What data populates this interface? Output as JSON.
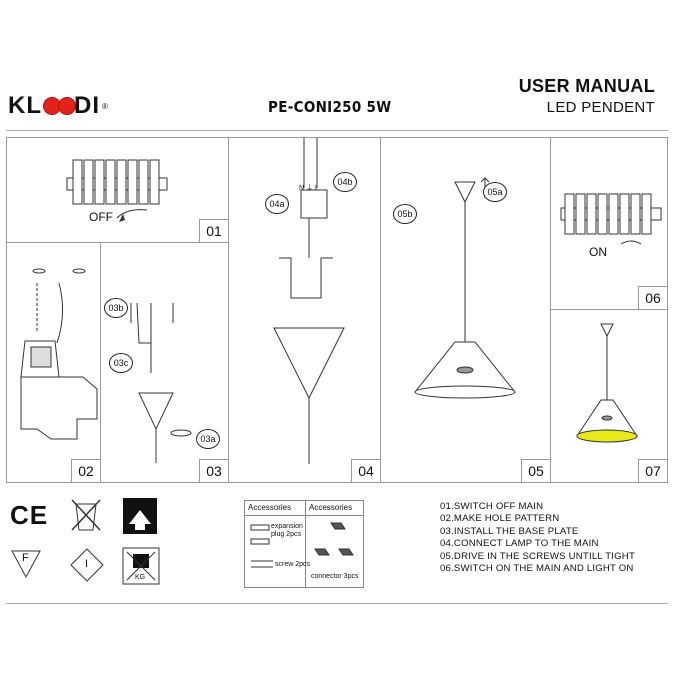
{
  "header": {
    "brand_left": "KL",
    "brand_right": "DI",
    "brand_mark": "®",
    "model": "PE-CONI250 5W",
    "title": "USER MANUAL",
    "subtitle": "LED PENDENT"
  },
  "panels": [
    {
      "num": "01",
      "label": "OFF"
    },
    {
      "num": "02"
    },
    {
      "num": "03",
      "callouts": [
        "03b",
        "03c",
        "03a"
      ]
    },
    {
      "num": "04",
      "callouts": [
        "04a",
        "04b"
      ],
      "wire_marks": "N ⏚ L"
    },
    {
      "num": "05",
      "callouts": [
        "05b",
        "05a"
      ]
    },
    {
      "num": "06",
      "label": "ON"
    },
    {
      "num": "07"
    }
  ],
  "accessories": {
    "header_left": "Accessories",
    "header_right": "Accessories",
    "item1": "expansion plug 2pcs",
    "item2": "screw 2pcs",
    "item3": "connector 3pcs"
  },
  "symbols": {
    "ce": "CE",
    "f": "F",
    "i": "I",
    "kg": "KG"
  },
  "steps": [
    "01.SWITCH OFF MAIN",
    "02.MAKE HOLE PATTERN",
    "03.INSTALL THE BASE PLATE",
    "04.CONNECT LAMP TO THE MAIN",
    "05.DRIVE IN THE SCREWS UNTILL TIGHT",
    "06.SWITCH ON THE MAIN AND LIGHT ON"
  ],
  "colors": {
    "logo_red": "#e2231a",
    "lamp_glow": "#e8e81a"
  }
}
